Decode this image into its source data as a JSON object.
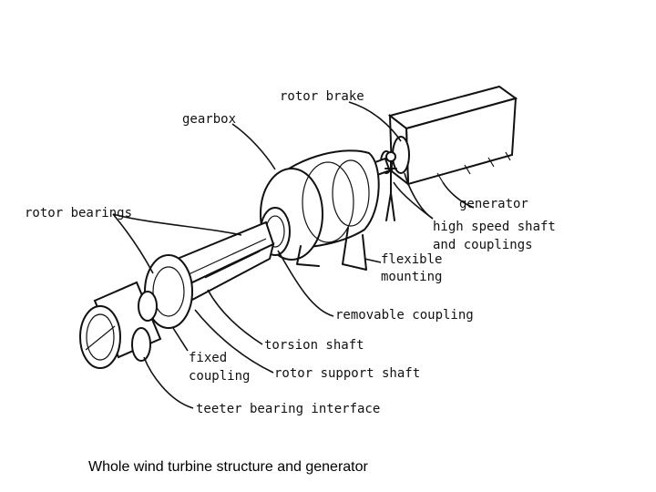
{
  "labels": {
    "rotor_brake": "rotor brake",
    "gearbox": "gearbox",
    "generator": "generator",
    "rotor_bearings": "rotor bearings",
    "high_speed_shaft_1": "high speed shaft",
    "high_speed_shaft_2": "and couplings",
    "flexible_1": "flexible",
    "flexible_2": "mounting",
    "removable_coupling": "removable coupling",
    "torsion_shaft": "torsion shaft",
    "fixed_1": "fixed",
    "fixed_2": "coupling",
    "rotor_support_shaft": "rotor support shaft",
    "teeter_bearing_interface": "teeter bearing interface"
  },
  "caption": "Whole wind turbine structure and generator"
}
